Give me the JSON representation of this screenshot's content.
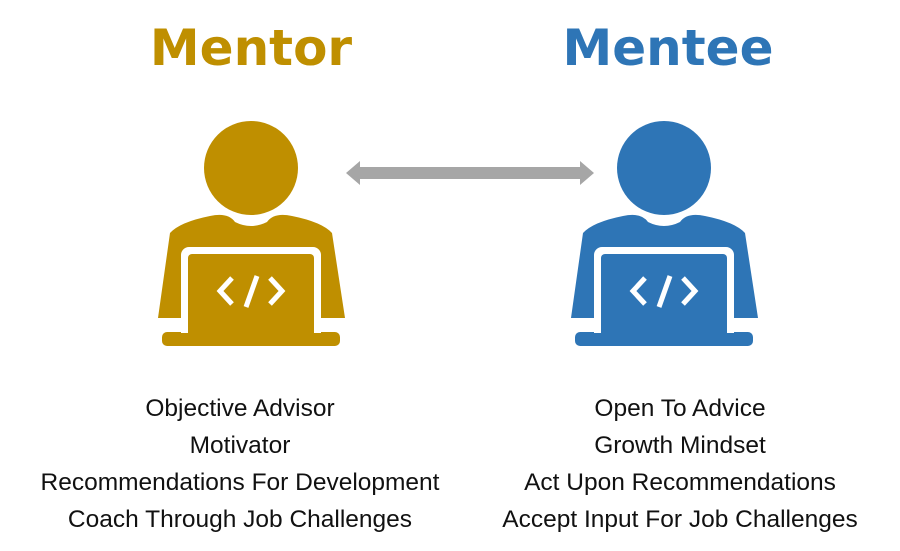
{
  "mentor": {
    "title": "Mentor",
    "color": "#bf8f00",
    "icon": "person-with-laptop-code-icon",
    "traits": [
      "Objective Advisor",
      "Motivator",
      "Recommendations For Development",
      "Coach Through Job Challenges"
    ]
  },
  "mentee": {
    "title": "Mentee",
    "color": "#2e75b6",
    "icon": "person-with-laptop-code-icon",
    "traits": [
      "Open To Advice",
      "Growth Mindset",
      "Act Upon Recommendations",
      "Accept Input For Job Challenges"
    ]
  },
  "connector": {
    "icon": "double-headed-arrow-icon",
    "color": "#a6a6a6"
  }
}
